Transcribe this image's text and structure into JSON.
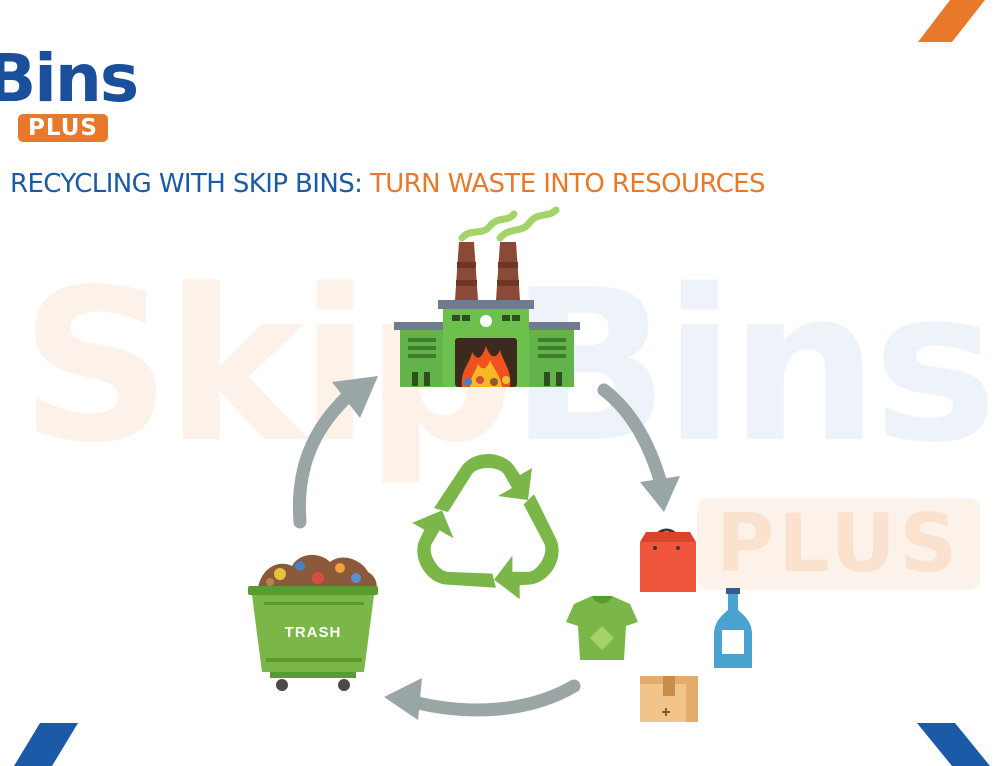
{
  "logo": {
    "bins": "Bins",
    "plus": "PLUS"
  },
  "headline": {
    "part1": "RECYCLING WITH SKIP BINS: ",
    "part2": "TURN WASTE INTO RESOURCES"
  },
  "watermark": {
    "word_part1": "Skip",
    "word_part2": "Bins",
    "plus": "PLUS"
  },
  "trash_bin": {
    "label": "TRASH"
  },
  "colors": {
    "brand_blue": "#1a5aa6",
    "brand_orange": "#e8792b",
    "recycle_green": "#7ab648",
    "arrow_gray": "#9aa5a5"
  }
}
